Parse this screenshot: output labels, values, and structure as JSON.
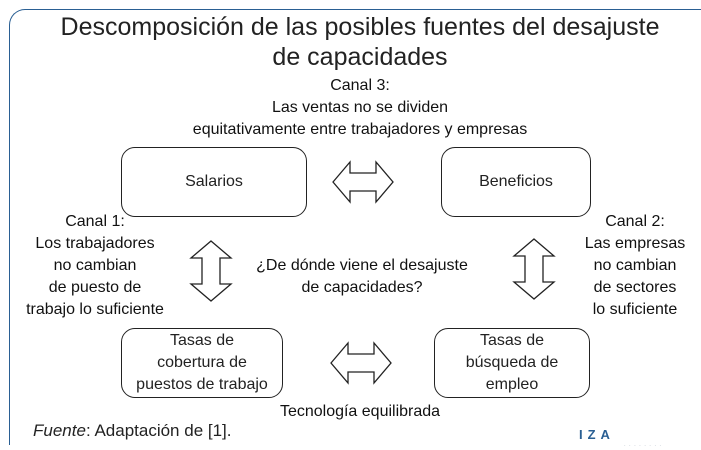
{
  "title": "Descomposición de las posibles fuentes del desajuste de capacidades",
  "canal3": {
    "heading": "Canal 3:",
    "line1": "Las ventas no se dividen",
    "line2": "equitativamente entre trabajadores y empresas"
  },
  "boxes": {
    "salarios": "Salarios",
    "beneficios": "Beneficios",
    "tasas_cobertura": [
      "Tasas de",
      "cobertura de",
      "puestos de trabajo"
    ],
    "tasas_busqueda": [
      "Tasas de",
      "búsqueda de",
      "empleo"
    ]
  },
  "canal1": {
    "heading": "Canal 1:",
    "lines": [
      "Los trabajadores",
      "no cambian",
      "de puesto de",
      "trabajo lo suficiente"
    ]
  },
  "canal2": {
    "heading": "Canal 2:",
    "lines": [
      "Las empresas",
      "no cambian",
      "de sectores",
      "lo suficiente"
    ]
  },
  "center_question": [
    "¿De dónde viene el desajuste",
    "de capacidades?"
  ],
  "bottom_label": "Tecnología equilibrada",
  "source": {
    "prefix": "Fuente",
    "text": ": Adaptación de [1]."
  },
  "logo": "IZA",
  "icons": [
    "double-arrow-horizontal-icon",
    "double-arrow-vertical-icon"
  ],
  "colors": {
    "frame": "#2a5f93",
    "logo": "#2a5f93",
    "stroke": "#222222"
  }
}
